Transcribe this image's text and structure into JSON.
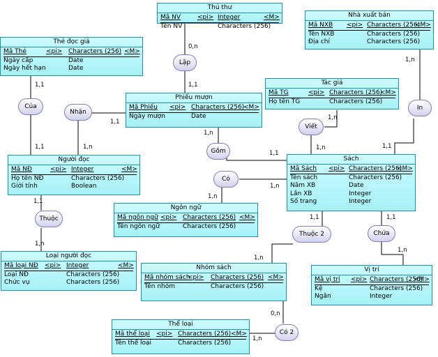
{
  "entities": {
    "thu_thu": {
      "title": "Thủ thư",
      "rows": [
        {
          "name": "Mã NV",
          "pi": "<pi>",
          "type": "Integer",
          "flag": "<M>"
        },
        {
          "name": "Tên NV",
          "pi": "",
          "type": "Characters (256)",
          "flag": ""
        }
      ]
    },
    "nha_xuat_ban": {
      "title": "Nhà xuất bản",
      "rows": [
        {
          "name": "Mã NXB",
          "pi": "<pi>",
          "type": "Characters (256)",
          "flag": "<M>"
        },
        {
          "name": "Tên NXB",
          "pi": "",
          "type": "Characters (256)",
          "flag": ""
        },
        {
          "name": "Địa chỉ",
          "pi": "",
          "type": "Characters (256)",
          "flag": ""
        }
      ]
    },
    "the_doc_gia": {
      "title": "Thẻ đọc giả",
      "rows": [
        {
          "name": "Mã Thẻ",
          "pi": "<pi>",
          "type": "Characters (256)",
          "flag": "<M>"
        },
        {
          "name": "Ngày cấp",
          "pi": "",
          "type": "Date",
          "flag": ""
        },
        {
          "name": "Ngày hết hạn",
          "pi": "",
          "type": "Date",
          "flag": ""
        }
      ]
    },
    "tac_gia": {
      "title": "Tác giả",
      "rows": [
        {
          "name": "Mã TG",
          "pi": "<pi>",
          "type": "Characters (256)",
          "flag": "<M>"
        },
        {
          "name": "Họ tên TG",
          "pi": "",
          "type": "Characters (256)",
          "flag": ""
        }
      ]
    },
    "phieu_muon": {
      "title": "Phiếu mượn",
      "rows": [
        {
          "name": "Mã Phiếu",
          "pi": "<pi>",
          "type": "Characters (256)",
          "flag": "<M>"
        },
        {
          "name": "Ngày mượn",
          "pi": "",
          "type": "Date",
          "flag": ""
        }
      ]
    },
    "nguoi_doc": {
      "title": "Người đọc",
      "rows": [
        {
          "name": "Mã NĐ",
          "pi": "<pi>",
          "type": "Integer",
          "flag": "<M>"
        },
        {
          "name": "Họ tên NĐ",
          "pi": "",
          "type": "Characters (256)",
          "flag": ""
        },
        {
          "name": "Giới tính",
          "pi": "",
          "type": "Boolean",
          "flag": ""
        }
      ]
    },
    "sach": {
      "title": "Sách",
      "rows": [
        {
          "name": "Mã Sách",
          "pi": "<pi>",
          "type": "Characters (256)",
          "flag": "<M>"
        },
        {
          "name": "Tên sách",
          "pi": "",
          "type": "Characters (256)",
          "flag": ""
        },
        {
          "name": "Năm XB",
          "pi": "",
          "type": "Date",
          "flag": ""
        },
        {
          "name": "Lần XB",
          "pi": "",
          "type": "Integer",
          "flag": ""
        },
        {
          "name": "Số trang",
          "pi": "",
          "type": "Integer",
          "flag": ""
        }
      ]
    },
    "ngon_ngu": {
      "title": "Ngôn ngữ",
      "rows": [
        {
          "name": "Mã ngôn ngữ",
          "pi": "<pi>",
          "type": "Characters (256)",
          "flag": "<M>"
        },
        {
          "name": "Tên ngôn ngữ",
          "pi": "",
          "type": "Characters (256)",
          "flag": ""
        }
      ]
    },
    "loai_nguoi_doc": {
      "title": "Loại người đọc",
      "rows": [
        {
          "name": "Mã loại NĐ",
          "pi": "<pi>",
          "type": "Integer",
          "flag": "<M>"
        },
        {
          "name": "Loại NĐ",
          "pi": "",
          "type": "Characters (256)",
          "flag": ""
        },
        {
          "name": "Chức vụ",
          "pi": "",
          "type": "Characters (256)",
          "flag": ""
        }
      ]
    },
    "nhom_sach": {
      "title": "Nhóm sách",
      "rows": [
        {
          "name": "Mã nhóm sách",
          "pi": "<pi>",
          "type": "Characters (256)",
          "flag": "<M>"
        },
        {
          "name": "Tên nhóm",
          "pi": "",
          "type": "Characters (256)",
          "flag": ""
        }
      ]
    },
    "vi_tri": {
      "title": "Vị trí",
      "rows": [
        {
          "name": "Mã vị trí",
          "pi": "<pi>",
          "type": "Characters (256)",
          "flag": "<M>"
        },
        {
          "name": "Kệ",
          "pi": "",
          "type": "Characters (256)",
          "flag": ""
        },
        {
          "name": "Ngăn",
          "pi": "",
          "type": "Integer",
          "flag": ""
        }
      ]
    },
    "the_loai": {
      "title": "Thể loại",
      "rows": [
        {
          "name": "Mã thể loại",
          "pi": "<pi>",
          "type": "Characters (256)",
          "flag": "<M>"
        },
        {
          "name": "Tên thể loại",
          "pi": "",
          "type": "Characters (256)",
          "flag": ""
        }
      ]
    }
  },
  "relationships": {
    "lap": "Lập",
    "cua": "Của",
    "nhan": "Nhận",
    "in": "In",
    "viet": "Viết",
    "gom": "Gồm",
    "co": "Có",
    "thuoc": "Thuộc",
    "thuoc2": "Thuộc 2",
    "chua": "Chứa",
    "co2": "Có 2"
  },
  "cardinalities": {
    "thuthu_lap": "0,n",
    "lap_phieu": "1,1",
    "nxb_in": "1,n",
    "in_sach": "1,1",
    "the_cua": "1,1",
    "cua_nguoidoc": "1,1",
    "nhan_phieu": "1,1",
    "nhan_nguoidoc": "1,n",
    "tacgia_viet": "1,n",
    "viet_sach": "1,n",
    "phieu_gom": "1,n",
    "gom_sach": "1,1",
    "co_sach": "1,n",
    "co_ngonngu": "1,n",
    "nguoidoc_thuoc": "1,1",
    "thuoc_loai": "1,n",
    "sach_thuoc2": "1,1",
    "thuoc2_nhom": "1,n",
    "sach_chua": "1,1",
    "chua_vitri": "1,n",
    "nhom_co2": "0,n",
    "co2_theloai": "1,n"
  },
  "colors": {
    "entity_fill": "#b5f5f9",
    "entity_border": "#1f8fa6",
    "relation_fill": "#d2d2ee",
    "relation_border": "#7f7fb3",
    "line": "#000000"
  }
}
